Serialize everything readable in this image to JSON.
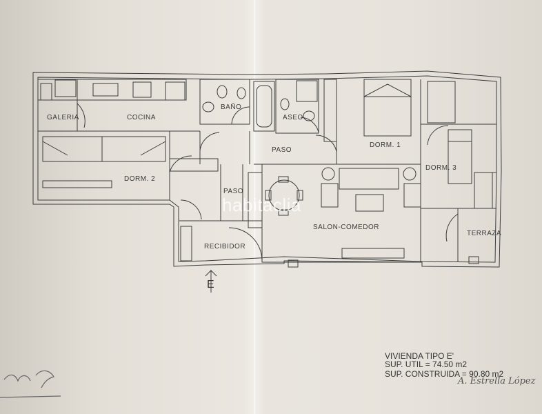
{
  "plan": {
    "rooms": {
      "galeria": "GALERIA",
      "cocina": "COCINA",
      "bano": "BAÑO",
      "aseo": "ASEO",
      "paso_upper": "PASO",
      "dorm1": "DORM. 1",
      "dorm2": "DORM. 2",
      "dorm3": "DORM. 3",
      "paso_lower": "PASO",
      "salon": "SALON-COMEDOR",
      "terraza": "TERRAZA",
      "recibidor": "RECIBIDOR"
    },
    "entrance_mark": "E"
  },
  "watermark": "habitaclia",
  "specs": {
    "type_line": "VIVIENDA TIPO E'",
    "useful_area": "SUP. UTIL = 74.50 m2",
    "built_area": "SUP. CONSTRUIDA = 90.80 m2"
  },
  "signature": "A. Estrella López"
}
